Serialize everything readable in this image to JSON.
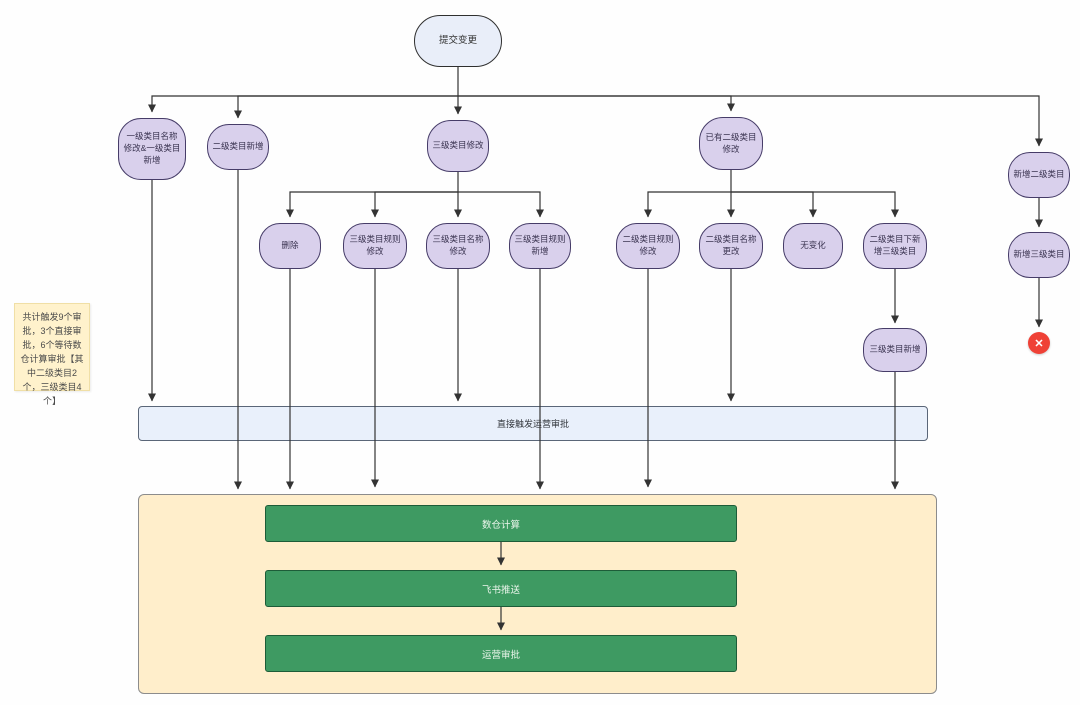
{
  "start_node": {
    "label": "提交变更"
  },
  "level2": [
    {
      "label": "一级类目名称修改&一级类目新增"
    },
    {
      "label": "二级类目新增"
    },
    {
      "label": "三级类目修改"
    },
    {
      "label": "已有二级类目修改"
    },
    {
      "label": "新增二级类目"
    }
  ],
  "level3_left": [
    {
      "label": "删除"
    },
    {
      "label": "三级类目规则修改"
    },
    {
      "label": "三级类目名称修改"
    },
    {
      "label": "三级类目规则新增"
    }
  ],
  "level3_right": [
    {
      "label": "二级类目规则修改"
    },
    {
      "label": "二级类目名称更改"
    },
    {
      "label": "无变化"
    },
    {
      "label": "二级类目下新增三级类目"
    }
  ],
  "extra_nodes": {
    "level3_new": "三级类目新增",
    "new_level3": "新增三级类目"
  },
  "note": {
    "text": "共计触发9个审批，3个直接审批，6个等待数仓计算审批【其中二级类目2个，三级类目4个】"
  },
  "direct_bar": {
    "label": "直接触发运营审批"
  },
  "pipeline": {
    "steps": [
      {
        "label": "数仓计算"
      },
      {
        "label": "飞书推送"
      },
      {
        "label": "运营审批"
      }
    ]
  },
  "terminator": {
    "symbol": "✕"
  },
  "colors": {
    "node_fill": "#d9d0ec",
    "start_fill": "#e9eef9",
    "bar_fill": "#e9f0fb",
    "container_fill": "#ffeecb",
    "green_fill": "#3e9a62",
    "note_fill": "#fff2cc",
    "error_red": "#ef4136",
    "edge": "#333333"
  }
}
